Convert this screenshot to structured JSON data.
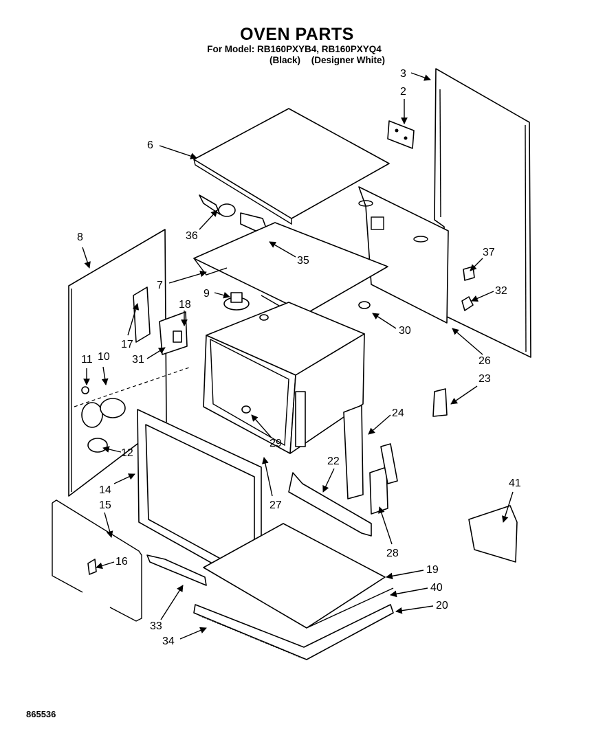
{
  "header": {
    "title": "OVEN PARTS",
    "models": "For Model: RB160PXYB4, RB160PXYQ4",
    "variant_black": "(Black)",
    "variant_white": "(Designer White)"
  },
  "callouts": [
    "3",
    "2",
    "6",
    "36",
    "35",
    "8",
    "7",
    "9",
    "37",
    "32",
    "30",
    "18",
    "17",
    "31",
    "11",
    "10",
    "26",
    "23",
    "24",
    "29",
    "12",
    "22",
    "14",
    "15",
    "27",
    "41",
    "28",
    "16",
    "19",
    "40",
    "20",
    "33",
    "34"
  ],
  "document_number": "865536"
}
